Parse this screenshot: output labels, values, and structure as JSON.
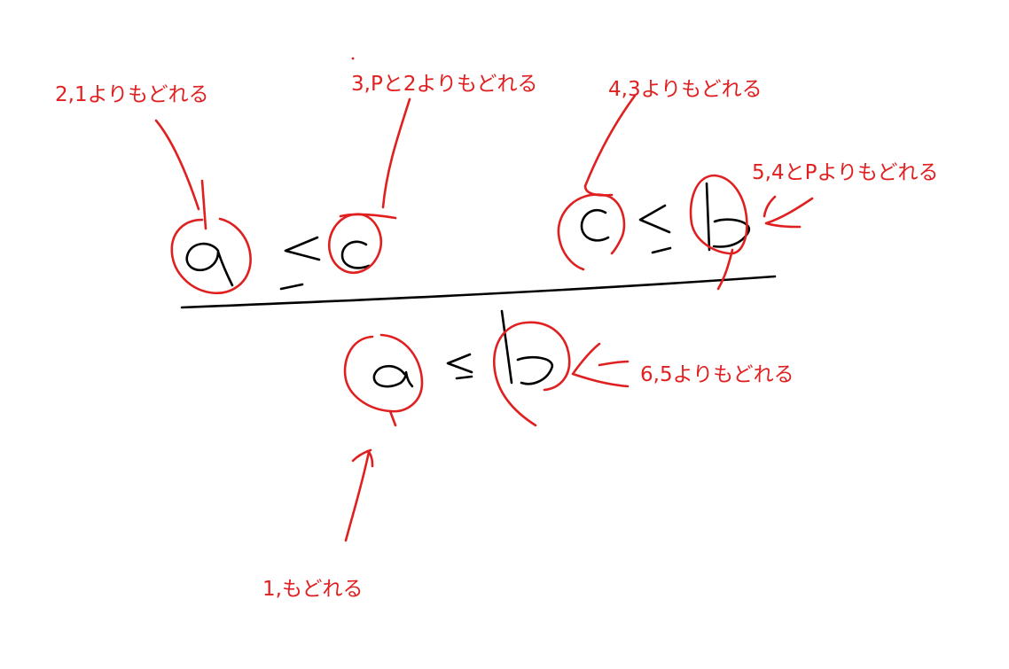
{
  "annotations": {
    "a_top": "2,1よりもどれる",
    "c_left": "3,Pと2よりもどれる",
    "c_right": "4,3よりもどれる",
    "b_top": "5,4とPよりもどれる",
    "b_bottom": "6,5よりもどれる",
    "a_bottom": "1,もどれる"
  },
  "colors": {
    "ink": "#000000",
    "annotation": "#e02020"
  }
}
